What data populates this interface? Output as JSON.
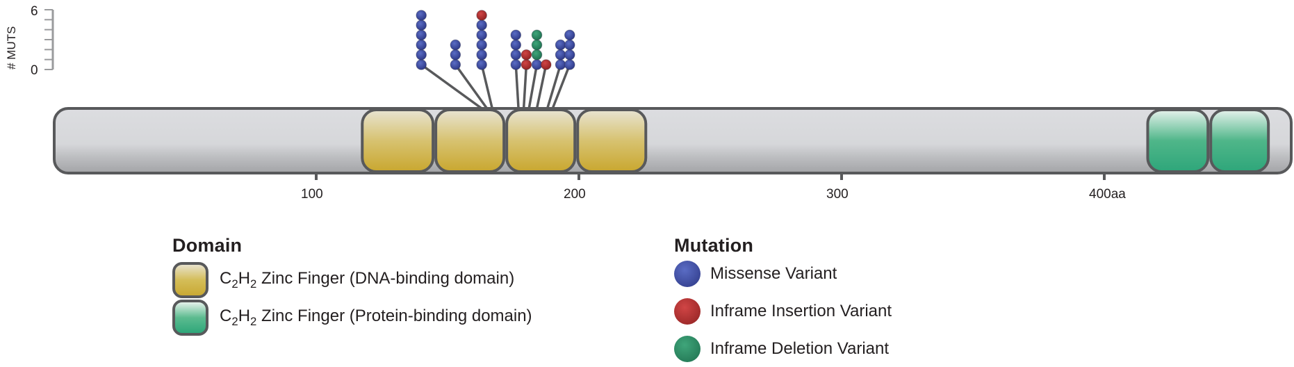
{
  "chart_data": {
    "type": "lollipop",
    "title": "",
    "ylabel": "# MUTS",
    "ylim": [
      0,
      6
    ],
    "y_ticks": [
      "0",
      "6"
    ],
    "protein_length_aa": 471,
    "x_ticks": [
      {
        "value": 100,
        "label": "100"
      },
      {
        "value": 200,
        "label": "200"
      },
      {
        "value": 300,
        "label": "300"
      },
      {
        "value": 400,
        "label": "400aa"
      }
    ],
    "domains": [
      {
        "type": "dna",
        "start": 117,
        "end": 144
      },
      {
        "type": "dna",
        "start": 145,
        "end": 171
      },
      {
        "type": "dna",
        "start": 172,
        "end": 198
      },
      {
        "type": "dna",
        "start": 199,
        "end": 225
      },
      {
        "type": "protein",
        "start": 416,
        "end": 439
      },
      {
        "type": "protein",
        "start": 440,
        "end": 462
      }
    ],
    "mutations": [
      {
        "position": 163,
        "display_x": 140,
        "stack": [
          "missense",
          "missense",
          "missense",
          "missense",
          "missense",
          "missense"
        ]
      },
      {
        "position": 165,
        "display_x": 153,
        "stack": [
          "missense",
          "missense",
          "missense"
        ]
      },
      {
        "position": 167,
        "display_x": 163,
        "stack": [
          "missense",
          "missense",
          "missense",
          "missense",
          "missense",
          "insertion"
        ]
      },
      {
        "position": 177,
        "display_x": 176,
        "stack": [
          "missense",
          "missense",
          "missense",
          "missense"
        ]
      },
      {
        "position": 179,
        "display_x": 180,
        "stack": [
          "insertion",
          "insertion"
        ]
      },
      {
        "position": 181,
        "display_x": 184,
        "stack": [
          "missense",
          "deletion",
          "deletion",
          "deletion"
        ]
      },
      {
        "position": 184,
        "display_x": 187.5,
        "stack": [
          "insertion"
        ]
      },
      {
        "position": 188,
        "display_x": 193,
        "stack": [
          "missense",
          "missense",
          "missense"
        ]
      },
      {
        "position": 190,
        "display_x": 196.5,
        "stack": [
          "missense",
          "missense",
          "missense",
          "missense"
        ]
      }
    ],
    "colors": {
      "missense": "#3a4aa0",
      "insertion": "#b23232",
      "deletion": "#2a8a64",
      "dna": "#d4bd58",
      "protein": "#35a97d",
      "backbone": "#d8d9dc",
      "outline": "#58595b"
    }
  },
  "legend": {
    "domain": {
      "title": "Domain",
      "items": [
        {
          "prefix": "C",
          "sub1": "2",
          "mid": "H",
          "sub2": "2",
          "text": " Zinc Finger (DNA-binding domain)"
        },
        {
          "prefix": "C",
          "sub1": "2",
          "mid": "H",
          "sub2": "2",
          "text": " Zinc Finger (Protein-binding domain)"
        }
      ]
    },
    "mutation": {
      "title": "Mutation",
      "items": [
        {
          "label": "Missense Variant"
        },
        {
          "label": "Inframe Insertion Variant"
        },
        {
          "label": "Inframe Deletion Variant"
        }
      ]
    }
  }
}
